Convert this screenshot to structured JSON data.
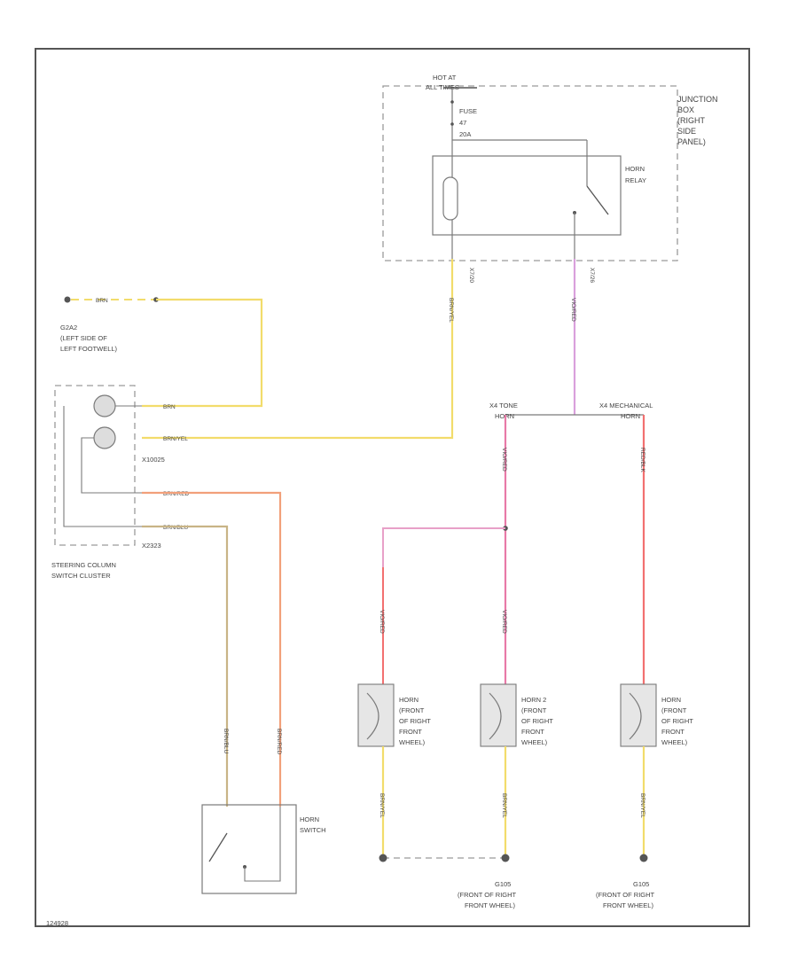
{
  "colors": {
    "frame": "#555555",
    "wire_yellow": "#f2dc6b",
    "wire_violet": "#d9a0dc",
    "wire_red": "#f27070",
    "wire_pink_red": "#e87aa8",
    "wire_orange": "#f2a07a",
    "wire_olive": "#c8b486",
    "wire_gray": "#7a7a7a",
    "dash_gray": "#9a9a9a"
  },
  "junction_box": {
    "hot_label_1": "HOT AT",
    "hot_label_2": "ALL TIMES",
    "fuse_label_1": "FUSE",
    "fuse_label_2": "47",
    "fuse_label_3": "20A",
    "name_1": "JUNCTION",
    "name_2": "BOX",
    "name_3": "(RIGHT",
    "name_4": "SIDE",
    "name_5": "PANEL)",
    "relay_label_1": "HORN",
    "relay_label_2": "RELAY",
    "conn_left": "X7/20",
    "conn_right": "X7/26"
  },
  "ground_left": {
    "wire_label": "BRN",
    "name_1": "G2A2",
    "name_2": "(LEFT SIDE OF",
    "name_3": "LEFT FOOTWELL)"
  },
  "steering_cluster": {
    "wire_1": "BRN",
    "wire_2": "BRN/YEL",
    "wire_3": "BRN/RED",
    "wire_4": "BRN/BLU",
    "conn_1": "X10025",
    "conn_2": "X2323",
    "name_1": "STEERING COLUMN",
    "name_2": "SWITCH CLUSTER"
  },
  "splice": {
    "left_1": "X4 TONE",
    "left_2": "HORN",
    "right_1": "X4 MECHANICAL",
    "right_2": "HORN"
  },
  "wire_labels": {
    "yellow_vertical": "BRN/YEL",
    "violet_vertical": "VIO/RED",
    "pink_vertical": "VIO/RED",
    "red_vertical": "RED/BLK",
    "horn_left_top": "VIO/RED",
    "horn_mid_top": "VIO/RED",
    "horn_left_bot": "BRN/YEL",
    "horn_mid_bot": "BRN/YEL",
    "horn_right_bot": "BRN/YEL",
    "switch_left": "BRN/BLU",
    "switch_right": "BRN/RED"
  },
  "horns": [
    {
      "l1": "HORN",
      "l2": "(FRONT",
      "l3": "OF RIGHT",
      "l4": "FRONT",
      "l5": "WHEEL)"
    },
    {
      "l1": "HORN 2",
      "l2": "(FRONT",
      "l3": "OF RIGHT",
      "l4": "FRONT",
      "l5": "WHEEL)"
    },
    {
      "l1": "HORN",
      "l2": "(FRONT",
      "l3": "OF RIGHT",
      "l4": "FRONT",
      "l5": "WHEEL)"
    }
  ],
  "horn_switch": {
    "l1": "HORN",
    "l2": "SWITCH"
  },
  "grounds_bottom": [
    {
      "l1": "G105",
      "l2": "(FRONT OF RIGHT",
      "l3": "FRONT WHEEL)"
    },
    {
      "l1": "G105",
      "l2": "(FRONT OF RIGHT",
      "l3": "FRONT WHEEL)"
    }
  ],
  "figure_id": "124928"
}
